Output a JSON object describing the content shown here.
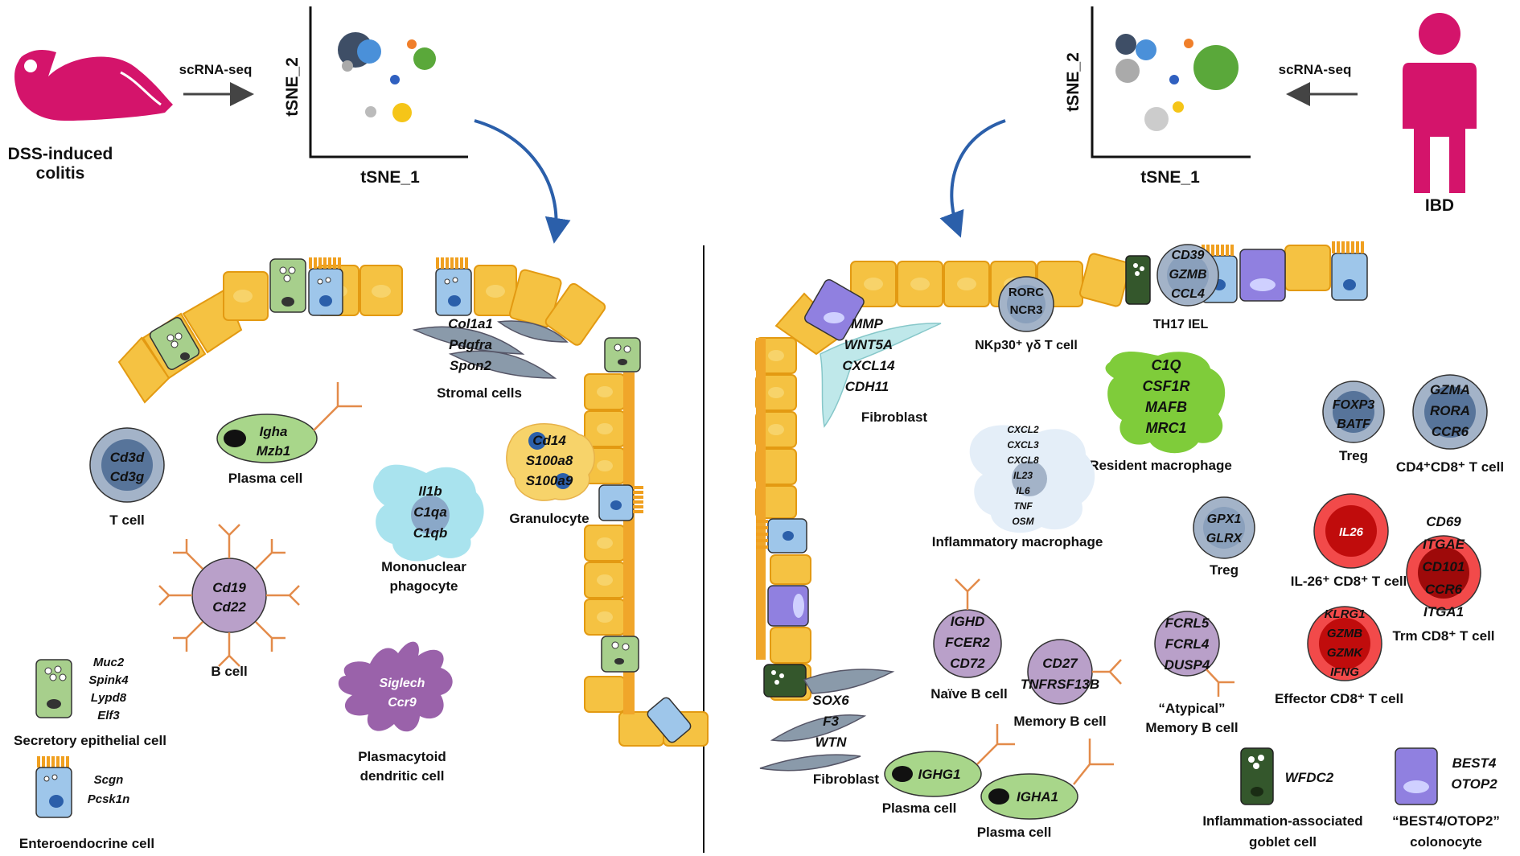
{
  "left_title": [
    "DSS-induced",
    "colitis"
  ],
  "right_title": "IBD",
  "method": "scRNA-seq",
  "axis_x": "tSNE_1",
  "axis_y": "tSNE_2",
  "colors": {
    "epithelium": "#f5c242",
    "epithelium_edge": "#e39a12",
    "accent_magenta": "#d4146b",
    "arrow_blue": "#2b5faa",
    "macro_blue": "#a9e3ee",
    "plasma_green": "#a8d68a",
    "goblet_green": "#a7cf8c",
    "enteroendo_blue": "#9ec6ea",
    "stromal": "#8a9aaa",
    "tcell": "#7f98b8",
    "bcell_purple": "#b9a0c9",
    "pdc_purple": "#9a62aa",
    "resident_green": "#7fcc3a",
    "red_cell": "#f24a4a",
    "best4_violet": "#9080e0",
    "inflam_goblet": "#34572c"
  },
  "left": {
    "secretory_genes": [
      "Muc2",
      "Spink4",
      "Lypd8",
      "Elf3"
    ],
    "secretory_label": "Secretory epithelial cell",
    "enteroendocrine_genes": [
      "Scgn",
      "Pcsk1n"
    ],
    "enteroendocrine_label": "Enteroendocrine cell",
    "stromal_genes": [
      "Col1a1",
      "Pdgfra",
      "Spon2"
    ],
    "stromal_label": "Stromal cells",
    "plasma_genes": [
      "Igha",
      "Mzb1"
    ],
    "plasma_label": "Plasma cell",
    "tcell_genes": [
      "Cd3d",
      "Cd3g"
    ],
    "tcell_label": "T cell",
    "mono_genes": [
      "Il1b",
      "C1qa",
      "C1qb"
    ],
    "mono_label": [
      "Mononuclear",
      "phagocyte"
    ],
    "gran_genes": [
      "Cd14",
      "S100a8",
      "S100a9"
    ],
    "gran_label": "Granulocyte",
    "bcell_genes": [
      "Cd19",
      "Cd22"
    ],
    "bcell_label": "B cell",
    "pdc_genes": [
      "Siglech",
      "Ccr9"
    ],
    "pdc_label": [
      "Plasmacytoid",
      "dendritic cell"
    ]
  },
  "right": {
    "fibro_top_genes": [
      "MMP",
      "WNT5A",
      "CXCL14",
      "CDH11"
    ],
    "fibro_top_label": "Fibroblast",
    "nkp_genes": [
      "RORC",
      "NCR3"
    ],
    "nkp_label": "NKp30⁺ γδ T cell",
    "iel_genes": [
      "CD39",
      "GZMB",
      "CCL4"
    ],
    "iel_label": "TH17  IEL",
    "resident_genes": [
      "C1Q",
      "CSF1R",
      "MAFB",
      "MRC1"
    ],
    "resident_label": "Resident macrophage",
    "inflam_genes": [
      "CXCL2",
      "CXCL3",
      "CXCL8",
      "IL23",
      "IL6",
      "TNF",
      "OSM"
    ],
    "inflam_label": "Inflammatory macrophage",
    "treg1_genes": [
      "FOXP3",
      "BATF"
    ],
    "treg1_label": "Treg",
    "cd4cd8_genes": [
      "GZMA",
      "RORA",
      "CCR6"
    ],
    "cd4cd8_label": "CD4⁺CD8⁺ T cell",
    "treg2_genes": [
      "GPX1",
      "GLRX"
    ],
    "treg2_label": "Treg",
    "il26_gene": "IL26",
    "il26_label": "IL-26⁺ CD8⁺ T cell",
    "trm_genes": [
      "CD69",
      "ITGAE",
      "CD101",
      "CCR6",
      "ITGA1"
    ],
    "trm_label": "Trm CD8⁺ T cell",
    "effector_genes": [
      "KLRG1",
      "GZMB",
      "GZMK",
      "IFNG"
    ],
    "effector_label": "Effector CD8⁺ T cell",
    "naive_genes": [
      "IGHD",
      "FCER2",
      "CD72"
    ],
    "naive_label": "Naïve B cell",
    "memory_genes": [
      "CD27",
      "TNFRSF13B"
    ],
    "memory_label": "Memory B cell",
    "atypical_genes": [
      "FCRL5",
      "FCRL4",
      "DUSP4"
    ],
    "atypical_label": [
      "“Atypical”",
      "Memory B cell"
    ],
    "fibro_bottom_genes": [
      "SOX6",
      "F3",
      "WTN"
    ],
    "fibro_bottom_label": "Fibroblast",
    "plasma1_gene": "IGHG1",
    "plasma1_label": "Plasma cell",
    "plasma2_gene": "IGHA1",
    "plasma2_label": "Plasma cell",
    "wfdc2_gene": "WFDC2",
    "wfdc2_label": [
      "Inflammation-associated",
      "goblet cell"
    ],
    "best4_genes": [
      "BEST4",
      "OTOP2"
    ],
    "best4_label": [
      "“BEST4/OTOP2”",
      "colonocyte"
    ]
  }
}
